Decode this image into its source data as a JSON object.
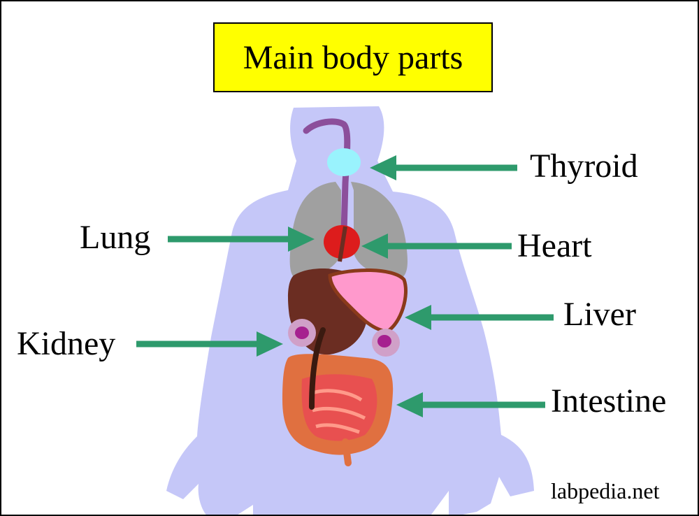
{
  "title": "Main body parts",
  "labels": {
    "thyroid": "Thyroid",
    "lung": "Lung",
    "heart": "Heart",
    "liver": "Liver",
    "kidney": "Kidney",
    "intestine": "Intestine"
  },
  "credit": "labpedia.net",
  "colors": {
    "title_bg": "#ffff00",
    "body": "#c5c7f8",
    "arrow": "#2e9a6c",
    "lung": "#a0a0a0",
    "heart": "#dd1c1c",
    "liver": "#ff99cc",
    "stomach": "#6b2d22",
    "thyroid": "#99f3fd",
    "kidney": "#a6208f",
    "intestine": "#e07040",
    "esophagus": "#8c4f9b"
  }
}
